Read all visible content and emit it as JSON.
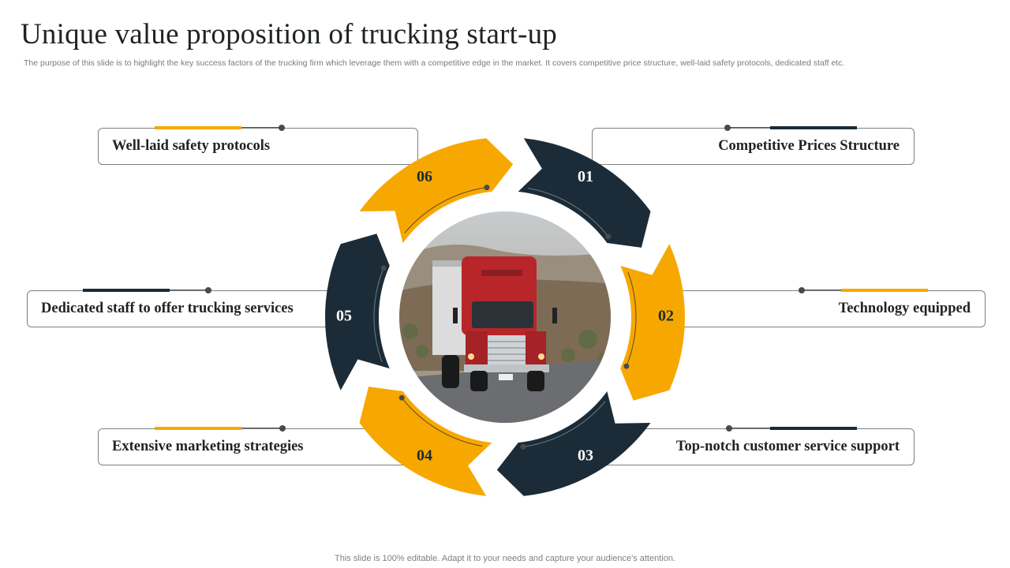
{
  "slide": {
    "title": "Unique value proposition of trucking start-up",
    "subtitle": "The purpose of this slide is to highlight the key success factors of the trucking firm which leverage them with a competitive edge in the market. It covers competitive price structure, well-laid safety protocols, dedicated staff etc.",
    "footer": "This slide is 100% editable. Adapt it to your needs and capture your audience's attention."
  },
  "colors": {
    "dark": "#1b2c38",
    "accent": "#f7a800",
    "number_on_dark": "#ffffff",
    "number_on_accent": "#1b2c38"
  },
  "segments": [
    {
      "number": "01",
      "label": "Competitive Prices Structure",
      "color": "dark"
    },
    {
      "number": "02",
      "label": "Technology equipped",
      "color": "accent"
    },
    {
      "number": "03",
      "label": "Top-notch customer service support",
      "color": "dark"
    },
    {
      "number": "04",
      "label": "Extensive marketing strategies",
      "color": "accent"
    },
    {
      "number": "05",
      "label": "Dedicated staff to offer trucking services",
      "color": "dark"
    },
    {
      "number": "06",
      "label": "Well-laid safety protocols",
      "color": "accent"
    }
  ],
  "center_image": "red-semi-truck-photo"
}
